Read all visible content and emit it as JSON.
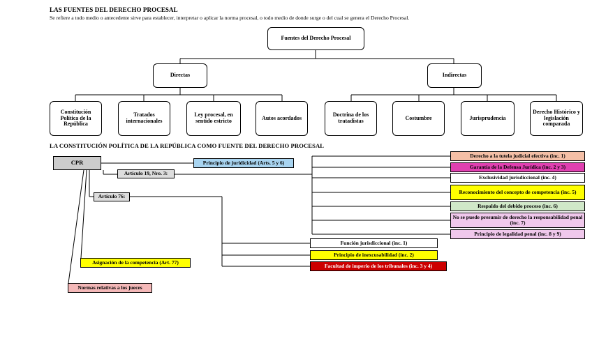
{
  "header": {
    "title": "LAS FUENTES DEL DERECHO PROCESAL",
    "subtitle": "Se refiere a todo medio o antecedente sirve para establecer, interpretar o aplicar la norma procesal, o todo medio de donde surge o del cual se genera el Derecho Procesal."
  },
  "tree": {
    "root": "Fuentes del Derecho Procesal",
    "directas": "Directas",
    "indirectas": "Indirectas",
    "directas_items": [
      "Constitución Política de la República",
      "Tratados internacionales",
      "Ley procesal, en sentido estricto",
      "Autos acordados"
    ],
    "indirectas_items": [
      "Doctrina de los tratadistas",
      "Costumbre",
      "Jurisprudencia",
      "Derecho Histórico y legislación comparada"
    ]
  },
  "section2": {
    "title": "LA CONSTITUCIÓN POLÍTICA DE LA REPÚBLICA COMO FUENTE DEL DERECHO PROCESAL",
    "cpr": "CPR",
    "art19": "Artículo 19, Nro. 3:",
    "art76": "Artículo 76:",
    "principio_juridicidad": "Principio de juridicidad (Arts. 5 y 6)",
    "asignacion": "Asignación de la competencia (Art. 77)",
    "normas_jueces": "Normas relativas a los jueces",
    "art19_items": [
      {
        "label": "Derecho a la tutela judicial efectiva (inc. 1)",
        "color": "#f4bfa6"
      },
      {
        "label": "Garantía de la Defensa Jurídica (inc. 2 y 3)",
        "color": "#e040b0"
      },
      {
        "label": "Exclusividad jurisdiccional (inc. 4)",
        "color": "#ffffff"
      },
      {
        "label": "Reconocimiento del concepto de competencia (inc. 5)",
        "color": "#ffff00"
      },
      {
        "label": "Respaldo del debido proceso (inc. 6)",
        "color": "#d0e8c8"
      },
      {
        "label": "No se puede presumir de derecho la responsabilidad penal (inc. 7)",
        "color": "#f0c8ec"
      },
      {
        "label": "Principio de legalidad penal (inc. 8 y 9)",
        "color": "#f0c8ec"
      }
    ],
    "art76_items": [
      {
        "label": "Función jurisdiccional (inc. 1)",
        "color": "#ffffff"
      },
      {
        "label": "Principio de inexcusabilidad (inc. 2)",
        "color": "#ffff00"
      },
      {
        "label": "Facultad de imperio de los tribunales (inc. 3 y 4)",
        "color": "#cc0000"
      }
    ],
    "colors": {
      "cpr": "#cccccc",
      "art19": "#dddddd",
      "art76": "#dddddd",
      "principio_juridicidad": "#a8d4f0",
      "asignacion": "#ffff00",
      "normas_jueces": "#f4b8b8"
    }
  }
}
